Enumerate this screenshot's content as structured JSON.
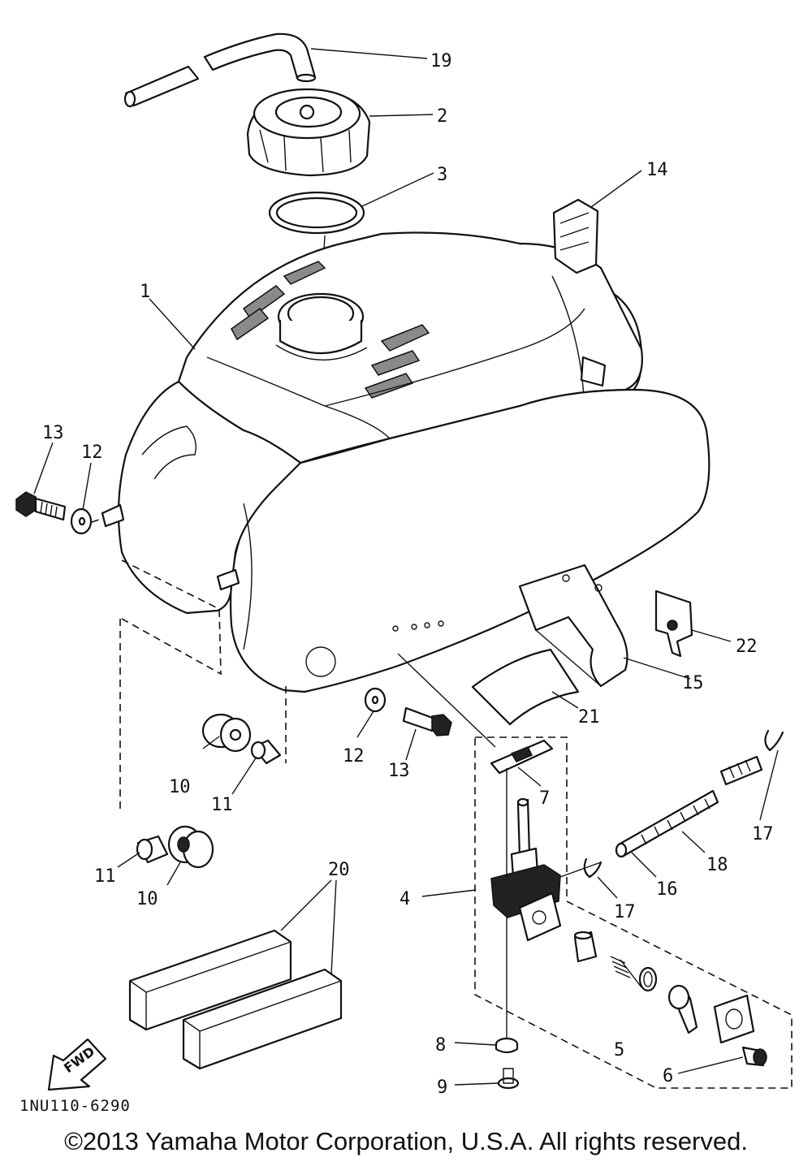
{
  "diagram": {
    "drawing_code": "1NU110-6290",
    "fwd_label": "FWD",
    "callouts": {
      "c1": "1",
      "c2": "2",
      "c3": "3",
      "c4": "4",
      "c5": "5",
      "c6": "6",
      "c7": "7",
      "c8": "8",
      "c9": "9",
      "c10a": "10",
      "c10b": "10",
      "c11a": "11",
      "c11b": "11",
      "c12a": "12",
      "c12b": "12",
      "c13a": "13",
      "c13b": "13",
      "c14": "14",
      "c15": "15",
      "c16": "16",
      "c17a": "17",
      "c17b": "17",
      "c18": "18",
      "c19": "19",
      "c20": "20",
      "c21": "21",
      "c22": "22"
    }
  },
  "copyright": "©2013 Yamaha Motor Corporation, U.S.A. All rights reserved."
}
